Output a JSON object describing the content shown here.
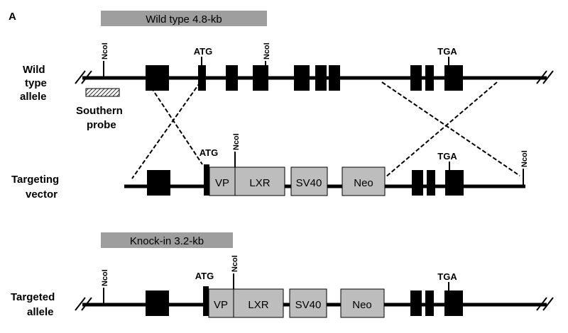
{
  "panel_label": "A",
  "fragments": {
    "wild_type": "Wild type 4.8-kb",
    "knock_in": "Knock-in 3.2-kb"
  },
  "rows": {
    "wild_type_allele": [
      "Wild",
      "type",
      "allele"
    ],
    "targeting_vector": [
      "Targeting",
      "vector"
    ],
    "targeted_allele": [
      "Targeted",
      "allele"
    ]
  },
  "probe": [
    "Southern",
    "probe"
  ],
  "sites": {
    "ncol": "NcoI",
    "atg": "ATG",
    "tga": "TGA"
  },
  "cassette": {
    "vp": "VP",
    "lxr": "LXR",
    "sv40": "SV40",
    "neo": "Neo"
  },
  "colors": {
    "line": "#000000",
    "exon": "#000000",
    "cassette_fill": "#bdbdbd",
    "fragment_bar": "#9e9e9e"
  }
}
